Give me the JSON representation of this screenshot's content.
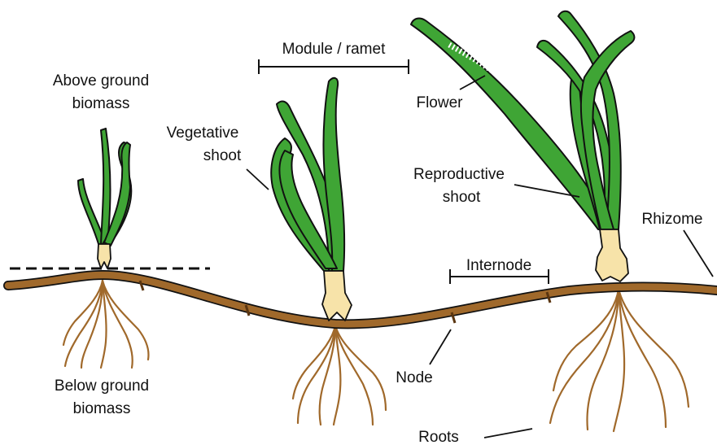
{
  "labels": {
    "above_ground_biomass_line1": "Above ground",
    "above_ground_biomass_line2": "biomass",
    "below_ground_biomass_line1": "Below ground",
    "below_ground_biomass_line2": "biomass",
    "module_ramet": "Module / ramet",
    "vegetative_shoot_line1": "Vegetative",
    "vegetative_shoot_line2": "shoot",
    "flower": "Flower",
    "reproductive_shoot_line1": "Reproductive",
    "reproductive_shoot_line2": "shoot",
    "rhizome": "Rhizome",
    "internode": "Internode",
    "node": "Node",
    "roots": "Roots"
  },
  "colors": {
    "leaf_green": "#3fa535",
    "sheath_cream": "#f7e3a9",
    "rhizome_brown": "#a0692b",
    "outline": "#111111",
    "flower_dots": "#ffffff"
  }
}
